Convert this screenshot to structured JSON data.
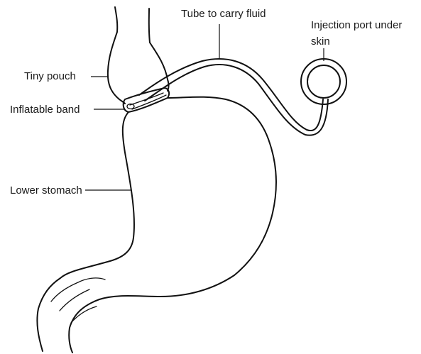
{
  "labels": {
    "tube": "Tube to carry fluid",
    "port_line1": "Injection port under",
    "port_line2": "skin",
    "pouch": "Tiny pouch",
    "band": "Inflatable band",
    "stomach": "Lower stomach"
  }
}
